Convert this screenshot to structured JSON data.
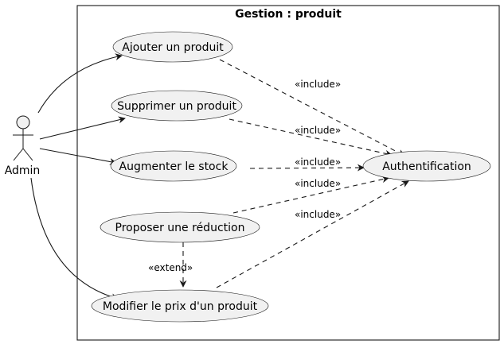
{
  "system": {
    "title": "Gestion : produit"
  },
  "actor": {
    "name": "Admin"
  },
  "use_cases": {
    "ajouter": "Ajouter un produit",
    "supprimer": "Supprimer un produit",
    "augmenter": "Augmenter le stock",
    "reduction": "Proposer une réduction",
    "modifier": "Modifier le prix d'un produit",
    "auth": "Authentification"
  },
  "relations": {
    "include_1": "«include»",
    "include_2": "«include»",
    "include_3": "«include»",
    "include_4": "«include»",
    "include_5": "«include»",
    "extend": "«extend»"
  }
}
